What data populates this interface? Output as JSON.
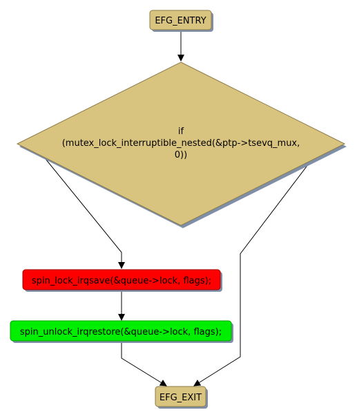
{
  "nodes": {
    "entry": {
      "label": "EFG_ENTRY"
    },
    "condition": {
      "lines": [
        "if",
        "(mutex_lock_interruptible_nested(&ptp->tsevq_mux,",
        "0))"
      ]
    },
    "lock": {
      "label": "spin_lock_irqsave(&queue->lock, flags);"
    },
    "unlock": {
      "label": "spin_unlock_irqrestore(&queue->lock, flags);"
    },
    "exit": {
      "label": "EFG_EXIT"
    }
  },
  "colors": {
    "terminal": "#d9c47f",
    "decision": "#d9c47f",
    "lock": "#ff0000",
    "unlock": "#00ee00",
    "shadow": "#7f8fa8",
    "edge": "#000000",
    "border": "#8a7a4a"
  }
}
